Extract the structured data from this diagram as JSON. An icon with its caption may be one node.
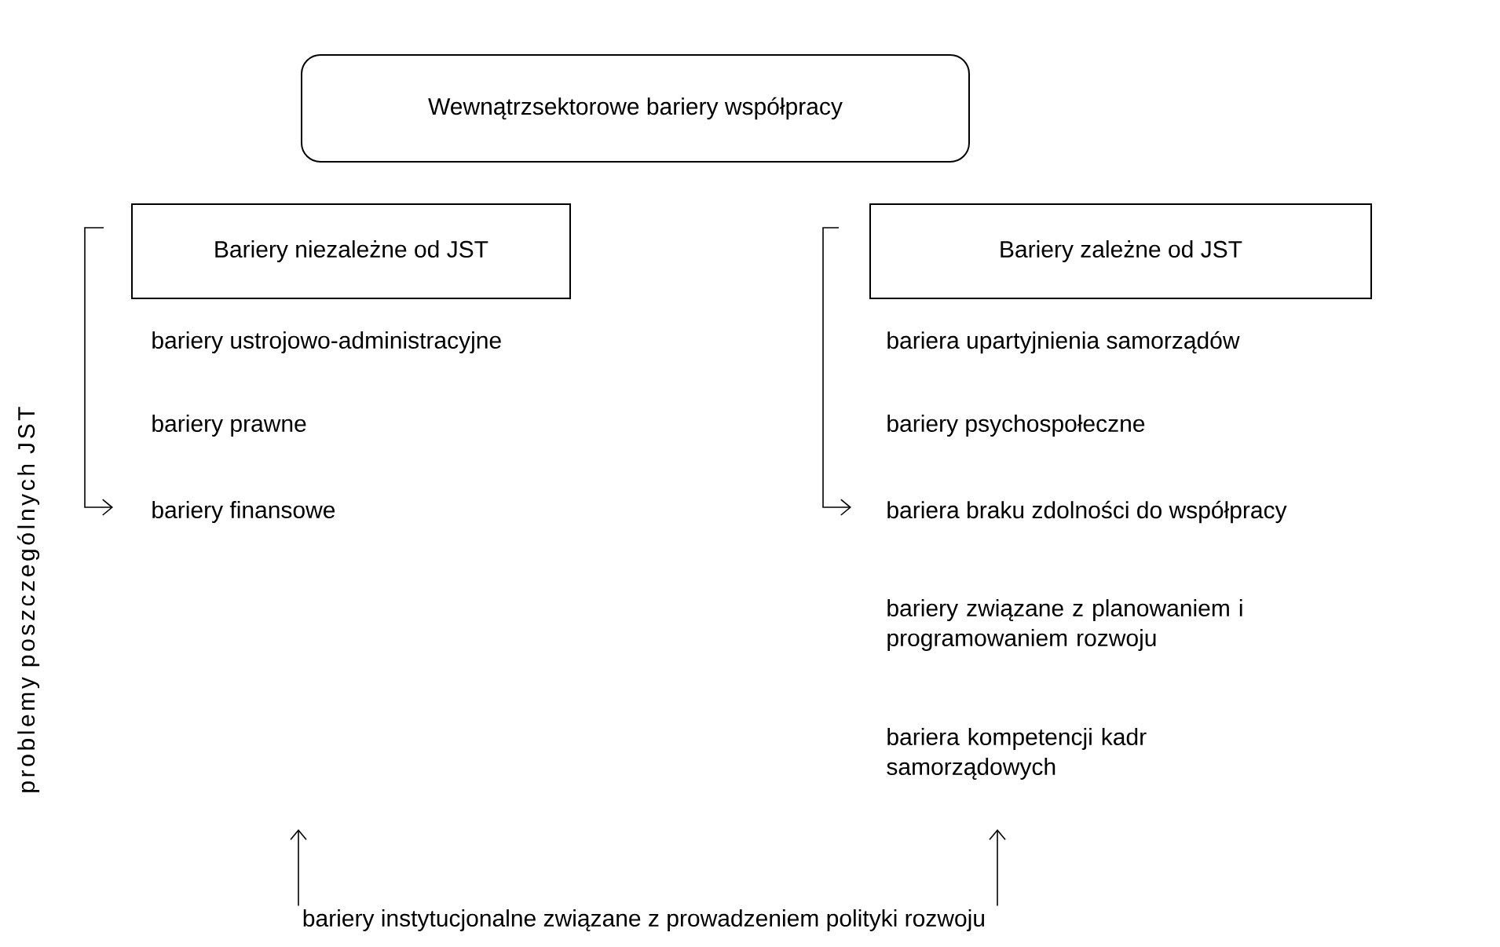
{
  "diagram": {
    "nodes": [
      {
        "text": [
          "Wewnątrzsektorowe bariery współpracy"
        ]
      },
      {
        "text": [
          "Bariery niezależne od JST"
        ]
      },
      {
        "text": [
          "Bariery zależne od JST"
        ]
      },
      {
        "text": [
          "bariery instytucjonalne związane z prowadzeniem polityki rozwoju"
        ]
      }
    ],
    "edges": [
      {
        "from": 3,
        "to": null,
        "arrow": "to"
      },
      {
        "from": 3,
        "to": null,
        "arrow": "to"
      }
    ],
    "labels": [
      "problemy poszczególnych JST",
      "bariery ustrojowo-administracyjne",
      "bariery prawne",
      "bariery finansowe",
      "bariera upartyjnienia samorządów",
      "bariery psychospołeczne",
      "bariera braku zdolności do współpracy",
      "bariery związane z planowaniem i programowaniem rozwoju",
      "bariera kompetencji kadr samorządowych"
    ]
  }
}
